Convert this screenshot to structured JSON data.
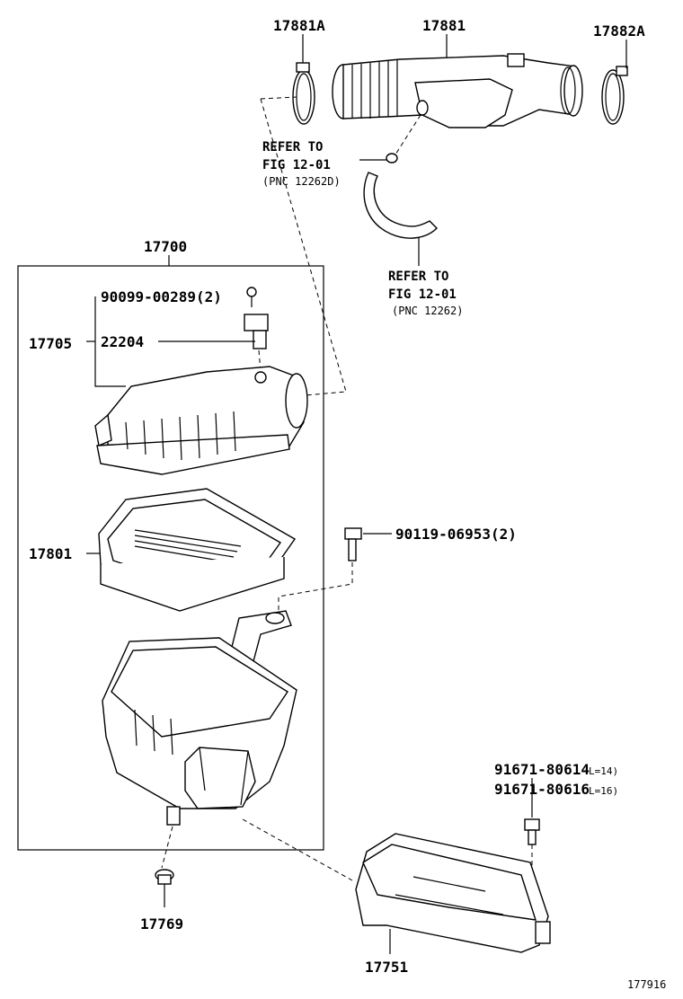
{
  "parts": {
    "p17881A": "17881A",
    "p17881": "17881",
    "p17882A": "17882A",
    "p17700": "17700",
    "p90099": "90099-00289(2)",
    "p17705": "17705",
    "p22204": "22204",
    "p17801": "17801",
    "p90119": "90119-06953(2)",
    "p91671a": "91671-80614",
    "p91671a_len": "L=14)",
    "p91671b": "91671-80616",
    "p91671b_len": "L=16)",
    "p17769": "17769",
    "p17751": "17751"
  },
  "refs": {
    "ref1_line1": "REFER TO",
    "ref1_line2": "FIG 12-01",
    "ref1_line3": "(PNC 12262D)",
    "ref2_line1": "REFER TO",
    "ref2_line2": "FIG 12-01",
    "ref2_line3": "(PNC 12262)"
  },
  "figure_id": "177916"
}
